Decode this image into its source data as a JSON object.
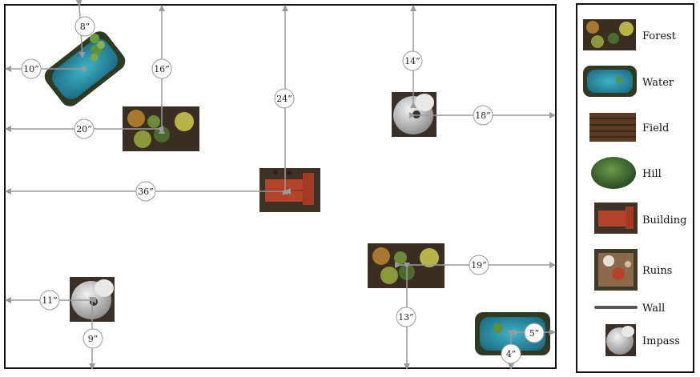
{
  "legend": {
    "items": [
      {
        "key": "forest",
        "label": "Forest"
      },
      {
        "key": "water",
        "label": "Water"
      },
      {
        "key": "field",
        "label": "Field"
      },
      {
        "key": "hill",
        "label": "Hill"
      },
      {
        "key": "building",
        "label": "Building"
      },
      {
        "key": "ruins",
        "label": "Ruins"
      },
      {
        "key": "wall",
        "label": "Wall"
      },
      {
        "key": "impass",
        "label": "Impass"
      }
    ]
  },
  "measurements": [
    {
      "id": "pond1-top",
      "label": "8”"
    },
    {
      "id": "pond1-left",
      "label": "10”"
    },
    {
      "id": "forest1-top",
      "label": "16”"
    },
    {
      "id": "forest1-left",
      "label": "20”"
    },
    {
      "id": "building-top",
      "label": "24”"
    },
    {
      "id": "building-left",
      "label": "36”"
    },
    {
      "id": "impass1-top",
      "label": "14”"
    },
    {
      "id": "impass1-right",
      "label": "18”"
    },
    {
      "id": "forest2-right",
      "label": "19”"
    },
    {
      "id": "forest2-bottom",
      "label": "13”"
    },
    {
      "id": "impass2-left",
      "label": "11”"
    },
    {
      "id": "impass2-bottom",
      "label": "9”"
    },
    {
      "id": "pond2-right",
      "label": "5”"
    },
    {
      "id": "pond2-bottom",
      "label": "4”"
    }
  ],
  "colors": {
    "arrow": "#9a9a9a",
    "border": "#111111",
    "forest_ground": "#3a2e22",
    "water": "#2a8fa8",
    "field": "#5a3a22",
    "hill": "#3f6a30",
    "roof": "#b5432a",
    "impass": "#d0d0d0"
  }
}
